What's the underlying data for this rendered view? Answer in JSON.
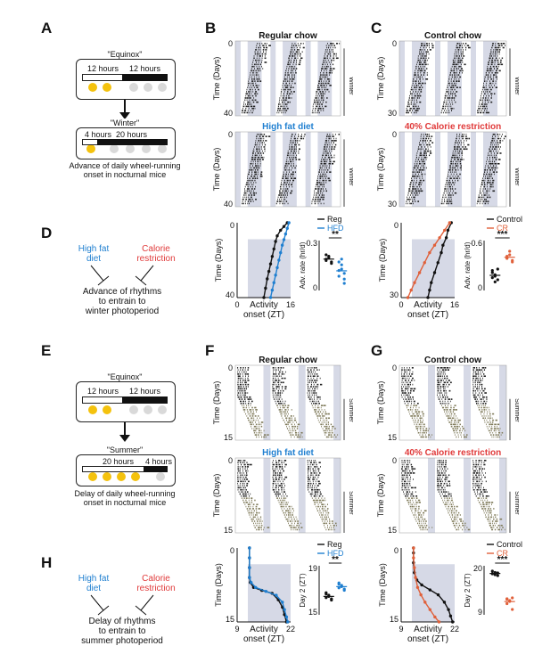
{
  "panels": {
    "A": "A",
    "B": "B",
    "C": "C",
    "D": "D",
    "E": "E",
    "F": "F",
    "G": "G",
    "H": "H"
  },
  "schematic_top": {
    "equinox": "\"Equinox\"",
    "equinox_light": "12 hours",
    "equinox_dark": "12 hours",
    "season": "\"Winter\"",
    "season_light": "4 hours",
    "season_dark": "20 hours",
    "caption": [
      "Advance of daily wheel-running",
      "onset in nocturnal mice"
    ]
  },
  "schematic_bottom": {
    "equinox": "\"Equinox\"",
    "equinox_light": "12 hours",
    "equinox_dark": "12 hours",
    "season": "\"Summer\"",
    "season_light": "20 hours",
    "season_dark": "4 hours",
    "caption": [
      "Delay of daily wheel-running",
      "onset in nocturnal mice"
    ]
  },
  "model_top": {
    "left": [
      "High fat",
      "diet"
    ],
    "right": [
      "Calorie",
      "restriction"
    ],
    "result": [
      "Advance of rhythms",
      "to entrain to",
      "winter photoperiod"
    ]
  },
  "model_bottom": {
    "left": [
      "High fat",
      "diet"
    ],
    "right": [
      "Calorie",
      "restriction"
    ],
    "result": [
      "Delay of rhythms",
      "to entrain to",
      "summer photoperiod"
    ]
  },
  "actograms": {
    "B_top": {
      "title": "Regular chow",
      "ylabel": "Time (Days)",
      "yticks": [
        "0",
        "40"
      ],
      "season": "Winter"
    },
    "B_bottom": {
      "title": "High fat diet",
      "ylabel": "Time (Days)",
      "yticks": [
        "0",
        "40"
      ],
      "season": "Winter"
    },
    "C_top": {
      "title": "Control chow",
      "ylabel": "Time (Days)",
      "yticks": [
        "0",
        "30"
      ],
      "season": "Winter"
    },
    "C_bottom": {
      "title": "40% Calorie restriction",
      "ylabel": "Time (Days)",
      "yticks": [
        "0",
        "30"
      ],
      "season": "Winter"
    },
    "F_top": {
      "title": "Regular chow",
      "ylabel": "Time (Days)",
      "yticks": [
        "0",
        "15"
      ],
      "season": "Summer"
    },
    "F_bottom": {
      "title": "High fat diet",
      "ylabel": "Time (Days)",
      "yticks": [
        "0",
        "15"
      ],
      "season": "Summer"
    },
    "G_top": {
      "title": "Control chow",
      "ylabel": "Time (Days)",
      "yticks": [
        "0",
        "15"
      ],
      "season": "Summer"
    },
    "G_bottom": {
      "title": "40% Calorie restriction",
      "ylabel": "Time (Days)",
      "yticks": [
        "0",
        "15"
      ],
      "season": "Summer"
    }
  },
  "chart_data": [
    {
      "id": "B-onset",
      "type": "line",
      "xlabel": "Activity onset (ZT)",
      "ylabel": "Time (Days)",
      "xticks": [
        "0",
        "16"
      ],
      "yticks": [
        "0",
        "40"
      ],
      "xlim": [
        0,
        16
      ],
      "ylim": [
        0,
        40
      ],
      "series": [
        {
          "name": "Reg",
          "color": "#111111",
          "x": [
            15,
            14,
            13,
            12,
            11.5,
            11,
            10.5,
            10,
            9.5,
            9,
            8.5,
            8
          ],
          "y": [
            0,
            2,
            4,
            7,
            10,
            14,
            18,
            22,
            26,
            30,
            35,
            40
          ]
        },
        {
          "name": "HFD",
          "color": "#1f7fd0",
          "x": [
            15.5,
            15,
            14.5,
            14,
            13.5,
            13,
            12.5,
            12,
            11.5,
            11,
            10.5,
            10
          ],
          "y": [
            0,
            3,
            6,
            9,
            12,
            16,
            20,
            24,
            28,
            32,
            36,
            40
          ]
        }
      ]
    },
    {
      "id": "B-rate",
      "type": "scatter",
      "ylabel": "Adv. rate (hr/d)",
      "yticks": [
        "0.3",
        "0"
      ],
      "ylim": [
        0,
        0.35
      ],
      "significance": "**",
      "groups": [
        {
          "name": "Reg",
          "color": "#111111",
          "values": [
            0.22,
            0.24,
            0.2,
            0.21,
            0.23,
            0.19,
            0.25
          ]
        },
        {
          "name": "HFD",
          "color": "#1f7fd0",
          "values": [
            0.2,
            0.15,
            0.12,
            0.1,
            0.18,
            0.08,
            0.14,
            0.22,
            0.05
          ]
        }
      ]
    },
    {
      "id": "C-onset",
      "type": "line",
      "xlabel": "Activity onset (ZT)",
      "ylabel": "Time (Days)",
      "xticks": [
        "0",
        "16"
      ],
      "yticks": [
        "0",
        "30"
      ],
      "xlim": [
        0,
        16
      ],
      "ylim": [
        0,
        30
      ],
      "series": [
        {
          "name": "Control",
          "color": "#111111",
          "x": [
            15,
            14,
            13.5,
            12.5,
            12,
            11,
            10,
            9,
            8.5,
            8
          ],
          "y": [
            0,
            3,
            6,
            9,
            12,
            16,
            20,
            24,
            27,
            30
          ]
        },
        {
          "name": "CR",
          "color": "#e0603a",
          "x": [
            14.5,
            13,
            11.5,
            10,
            8.5,
            7,
            5.5,
            4,
            3,
            2
          ],
          "y": [
            0,
            3,
            6,
            9,
            12,
            16,
            20,
            24,
            27,
            30
          ]
        }
      ]
    },
    {
      "id": "C-rate",
      "type": "scatter",
      "ylabel": "Adv. rate (hr/d)",
      "yticks": [
        "0.6",
        "0"
      ],
      "ylim": [
        0,
        0.7
      ],
      "significance": "***",
      "groups": [
        {
          "name": "Control",
          "color": "#111111",
          "values": [
            0.25,
            0.2,
            0.3,
            0.18,
            0.22,
            0.15,
            0.28,
            0.12
          ]
        },
        {
          "name": "CR",
          "color": "#e0603a",
          "values": [
            0.45,
            0.5,
            0.42,
            0.48,
            0.55,
            0.4,
            0.46
          ]
        }
      ]
    },
    {
      "id": "F-onset",
      "type": "line",
      "xlabel": "Activity onset (ZT)",
      "ylabel": "Time (Days)",
      "xticks": [
        "9",
        "22"
      ],
      "yticks": [
        "0",
        "15"
      ],
      "xlim": [
        9,
        22
      ],
      "ylim": [
        0,
        15
      ],
      "series": [
        {
          "name": "Reg",
          "color": "#111111",
          "x": [
            12,
            12,
            12,
            12,
            12.2,
            13,
            15,
            17.5,
            19,
            20,
            20.5,
            21
          ],
          "y": [
            0,
            2,
            4,
            6,
            7,
            8,
            8.6,
            9.2,
            10.5,
            12,
            13.5,
            15
          ]
        },
        {
          "name": "HFD",
          "color": "#1f7fd0",
          "x": [
            12,
            12,
            12,
            12,
            12.4,
            13.5,
            16,
            18.5,
            20,
            20.5,
            21,
            21.3
          ],
          "y": [
            0,
            2,
            4,
            6,
            7,
            8,
            8.8,
            9.6,
            11,
            12.5,
            14,
            15
          ]
        }
      ]
    },
    {
      "id": "F-day2",
      "type": "scatter",
      "ylabel": "Day 2 (ZT)",
      "yticks": [
        "19",
        "15"
      ],
      "ylim": [
        15,
        19
      ],
      "significance": "**",
      "groups": [
        {
          "name": "Reg",
          "color": "#111111",
          "values": [
            16.4,
            16.6,
            16.2,
            16.8,
            16.5,
            16.3,
            16.7
          ]
        },
        {
          "name": "HFD",
          "color": "#1f7fd0",
          "values": [
            17.2,
            17.4,
            17.0,
            17.6,
            17.3,
            17.1,
            17.5
          ]
        }
      ]
    },
    {
      "id": "G-onset",
      "type": "line",
      "xlabel": "Activity onset (ZT)",
      "ylabel": "Time (Days)",
      "xticks": [
        "9",
        "22"
      ],
      "yticks": [
        "0",
        "15"
      ],
      "xlim": [
        9,
        22
      ],
      "ylim": [
        0,
        15
      ],
      "series": [
        {
          "name": "Control",
          "color": "#111111",
          "x": [
            12,
            12,
            12,
            12.2,
            12.8,
            14,
            16,
            18,
            19.5,
            20.5,
            21,
            21.5
          ],
          "y": [
            0,
            1,
            3,
            5,
            6.5,
            7.5,
            8.5,
            9.5,
            11,
            12.5,
            13.8,
            15
          ]
        },
        {
          "name": "CR",
          "color": "#e0603a",
          "x": [
            12,
            12,
            12.2,
            12.5,
            13,
            13.8,
            14.8,
            16,
            17.2,
            18.2
          ],
          "y": [
            0,
            2,
            4,
            6,
            8,
            9.5,
            11,
            12.5,
            14,
            15
          ]
        }
      ]
    },
    {
      "id": "G-day2",
      "type": "scatter",
      "ylabel": "Day 2 (ZT)",
      "yticks": [
        "20",
        "9"
      ],
      "ylim": [
        9,
        20
      ],
      "significance": "***",
      "groups": [
        {
          "name": "Control",
          "color": "#111111",
          "values": [
            18.2,
            18.5,
            17.8,
            18.8,
            18.0,
            18.4
          ]
        },
        {
          "name": "CR",
          "color": "#e0603a",
          "values": [
            12.5,
            12.0,
            12.8,
            11.5,
            12.2,
            10.2,
            12.6
          ]
        }
      ]
    }
  ]
}
